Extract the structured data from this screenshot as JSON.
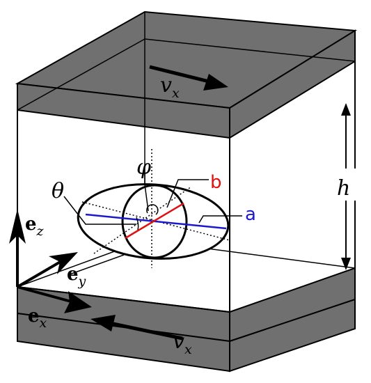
{
  "labels": {
    "vx_top": "v",
    "vx_top_sub": "x",
    "vx_bottom": "v",
    "vx_bottom_sub": "x",
    "h": "h",
    "phi": "φ",
    "theta": "θ",
    "a": "a",
    "b": "b",
    "ez": "e",
    "ez_sub": "z",
    "ey": "e",
    "ey_sub": "y",
    "ex": "e",
    "ex_sub": "x"
  },
  "colors": {
    "plate": "#707070",
    "plate_edge": "#000000",
    "axis_a": "#1a1acc",
    "axis_b": "#e01010",
    "label_a": "#1a1acc",
    "label_b": "#e01010"
  }
}
